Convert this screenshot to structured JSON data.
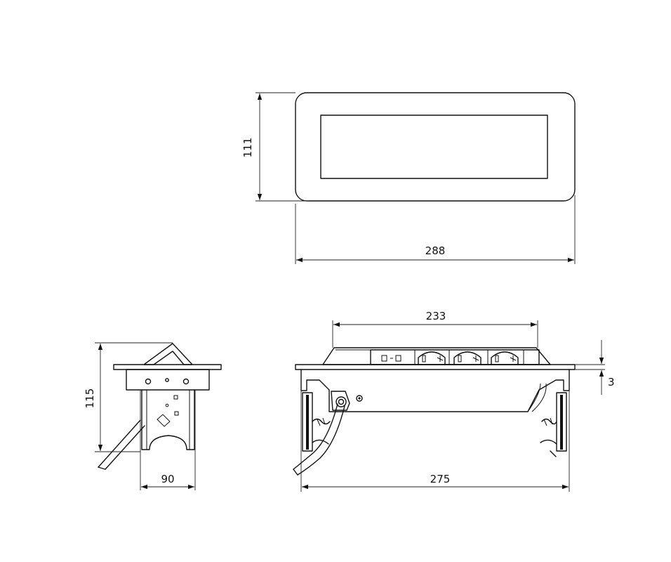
{
  "dimensions": {
    "top_height": "111",
    "top_width": "288",
    "front_frame": "233",
    "front_flange": "3",
    "front_width": "275",
    "side_height": "115",
    "side_depth": "90"
  },
  "icons": {
    "arrowhead": "arrowhead-icon",
    "schuko_socket": "schuko-socket-icon",
    "rj45_port": "rj45-port-icon",
    "power_cord": "power-cord-icon",
    "led": "led-indicator-icon"
  }
}
